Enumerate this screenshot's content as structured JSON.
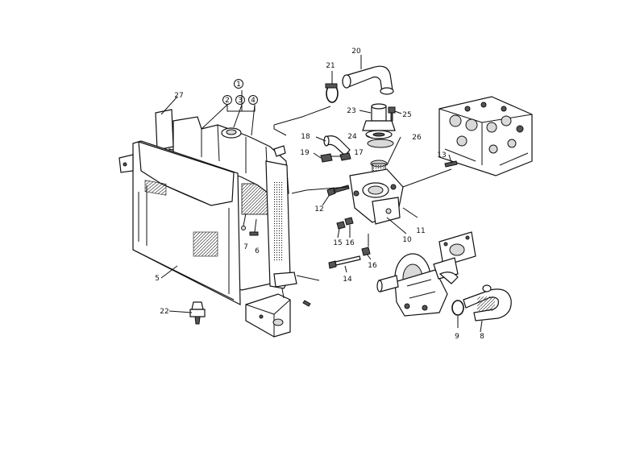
{
  "title": "",
  "callouts": {
    "c1": "1",
    "c2": "2",
    "c3": "3",
    "c4": "4",
    "c5": "5",
    "c6": "6",
    "c7": "7",
    "c8": "8",
    "c9": "9",
    "c10": "10",
    "c11": "11",
    "c12": "12",
    "c13": "13",
    "c14": "14",
    "c15": "15",
    "c16a": "16",
    "c16b": "16",
    "c17": "17",
    "c18": "18",
    "c19": "19",
    "c20": "20",
    "c21": "21",
    "c22": "22",
    "c23": "23",
    "c24": "24",
    "c25": "25",
    "c26": "26",
    "c27": "27"
  }
}
